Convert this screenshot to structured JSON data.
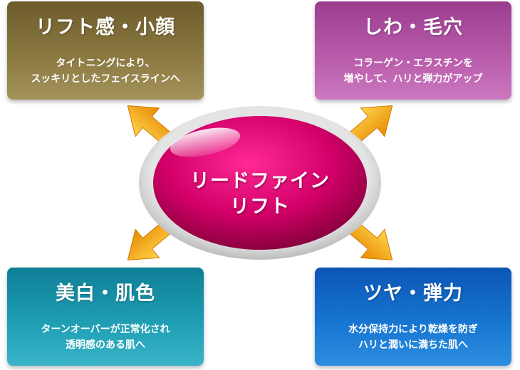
{
  "center": {
    "line1": "リードファイン",
    "line2": "リフト"
  },
  "cards": {
    "top_left": {
      "title": "リフト感・小顔",
      "line1": "タイトニングにより、",
      "line2": "スッキリとしたフェイスラインへ"
    },
    "top_right": {
      "title": "しわ・毛穴",
      "line1": "コラーゲン・エラスチンを",
      "line2": "増やして、ハリと弾力がアップ"
    },
    "bottom_left": {
      "title": "美白・肌色",
      "line1": "ターンオーバーが正常化され",
      "line2": "透明感のある肌へ"
    },
    "bottom_right": {
      "title": "ツヤ・弾力",
      "line1": "水分保持力により乾燥を防ぎ",
      "line2": "ハリと潤いに満ちた肌へ"
    }
  },
  "colors": {
    "top_left_card": "#8a7840",
    "top_right_card": "#b75aa9",
    "bottom_left_card": "#1e9db3",
    "bottom_right_card": "#1675d0",
    "center_ellipse": "#c8005e",
    "ring": "#c9c9c9",
    "arrow": "#f2a000"
  }
}
